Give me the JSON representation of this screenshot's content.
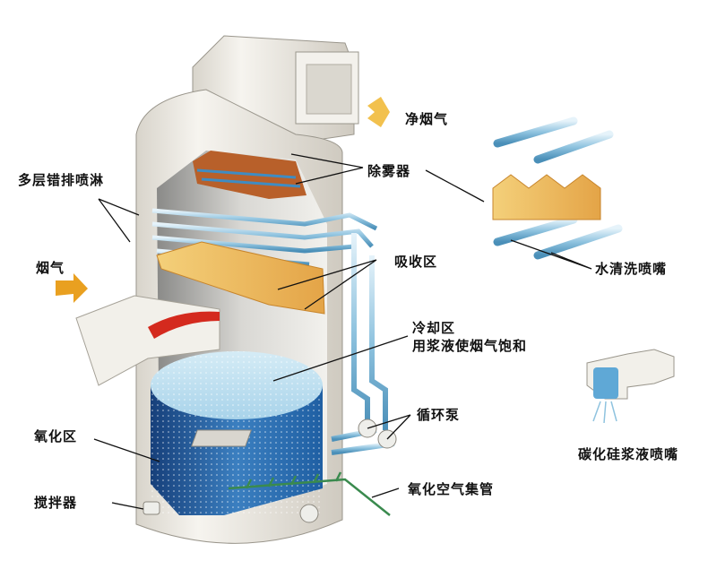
{
  "title": "湿法脱硫吸收塔结构示意图",
  "labels": {
    "clean_gas": "净烟气",
    "demister": "除雾器",
    "multi_layer_spray": "多层错排喷淋",
    "flue_gas": "烟气",
    "absorption_zone": "吸收区",
    "cooling_zone": "冷却区",
    "cooling_zone_desc": "用浆液使烟气饱和",
    "water_wash_nozzle": "水清洗喷嘴",
    "circulation_pump": "循环泵",
    "oxidation_zone": "氧化区",
    "agitator": "搅拌器",
    "oxidation_air_header": "氧化空气集管",
    "sic_slurry_nozzle": "碳化硅浆液喷嘴"
  },
  "colors": {
    "tower_shell": "#ece9e2",
    "pipe_blue": "#7fb6d6",
    "slurry_light": "#bfe0ef",
    "slurry_dark": "#1f5fa3",
    "packing_orange": "#e8a64a",
    "demister_brown": "#b8602a",
    "arrow_yellow": "#f2c14e",
    "arrow_orange": "#e9a020",
    "oxidation_green": "#3a8a4e",
    "inlet_red": "#d42a1e"
  }
}
